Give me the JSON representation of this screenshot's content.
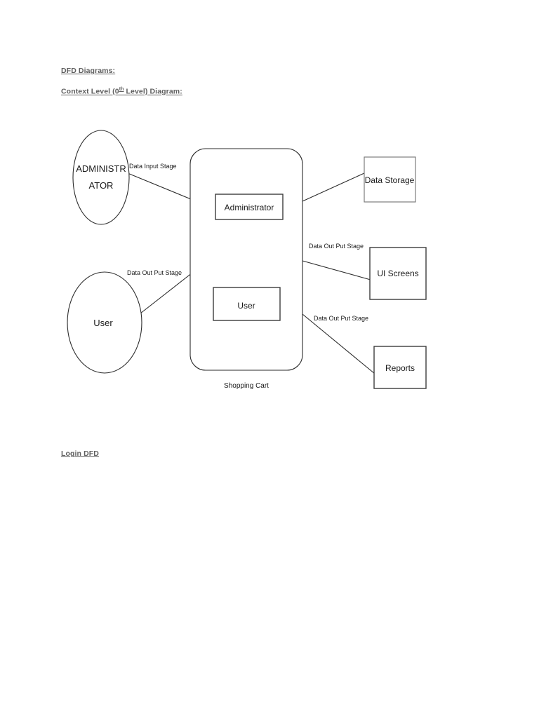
{
  "document": {
    "headings": {
      "dfd_diagrams": "DFD Diagrams:",
      "context_level_prefix": "Context Level (0",
      "context_level_sup": "th",
      "context_level_suffix": " Level) Diagram:",
      "login_dfd": "Login DFD"
    }
  },
  "diagram": {
    "title": "Context Level (0th Level) Diagram",
    "type": "data-flow-diagram",
    "external_entities": [
      {
        "id": "administrator-entity",
        "label_line1": "ADMINISTR",
        "label_line2": "ATOR",
        "shape": "ellipse"
      },
      {
        "id": "user-entity",
        "label": "User",
        "shape": "ellipse"
      }
    ],
    "process": {
      "id": "shopping-cart-process",
      "caption": "Shopping Cart",
      "shape": "rounded-rectangle",
      "inner_boxes": [
        {
          "id": "administrator-box",
          "label": "Administrator"
        },
        {
          "id": "user-box",
          "label": "User"
        }
      ]
    },
    "data_stores": [
      {
        "id": "data-storage-box",
        "label": "Data Storage"
      },
      {
        "id": "ui-screens-box",
        "label": "UI Screens"
      },
      {
        "id": "reports-box",
        "label": "Reports"
      }
    ],
    "flows": [
      {
        "id": "flow-admin-input",
        "label": "Data Input Stage",
        "from": "administrator-entity",
        "to": "shopping-cart-process"
      },
      {
        "id": "flow-user-output",
        "label": "Data Out Put Stage",
        "from": "user-entity",
        "to": "shopping-cart-process"
      },
      {
        "id": "flow-data-storage",
        "label": "",
        "from": "shopping-cart-process",
        "to": "data-storage-box"
      },
      {
        "id": "flow-ui-screens",
        "label": "Data Out Put Stage",
        "from": "shopping-cart-process",
        "to": "ui-screens-box"
      },
      {
        "id": "flow-reports",
        "label": "Data Out Put Stage",
        "from": "shopping-cart-process",
        "to": "reports-box"
      }
    ],
    "colors": {
      "stroke_dark": "#2b2b2b",
      "stroke_gray": "#7d7d7d",
      "text": "#1a1a1a",
      "heading_text": "#5f5f5f",
      "background": "#ffffff"
    }
  }
}
